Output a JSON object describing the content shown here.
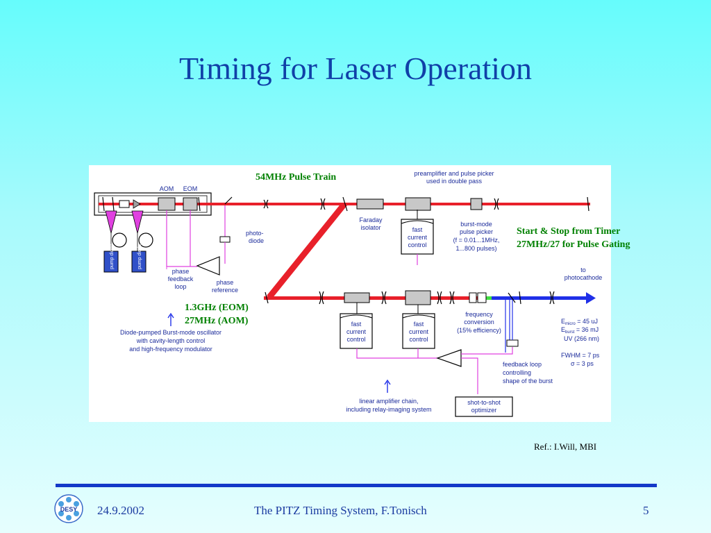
{
  "slide": {
    "title": "Timing for Laser Operation",
    "reference": "Ref.: I.Will, MBI",
    "footer": {
      "date": "24.9.2002",
      "center": "The PITZ Timing System, F.Tonisch",
      "page": "5"
    },
    "logo_text": "DESY"
  },
  "annotations": {
    "pulse_train": "54MHz Pulse Train",
    "timer_line1": "Start & Stop from Timer",
    "timer_line2": "27MHz/27 for Pulse Gating",
    "freq_line1": "1.3GHz (EOM)",
    "freq_line2": "27MHz (AOM)"
  },
  "diagram_labels": {
    "aom": "AOM",
    "eom": "EOM",
    "photo_diode_1": "photo-",
    "photo_diode_2": "diode",
    "pump_diode": "pump diode",
    "phase_feedback_1": "phase",
    "phase_feedback_2": "feedback",
    "phase_feedback_3": "loop",
    "phase_reference_1": "phase",
    "phase_reference_2": "reference",
    "oscillator_1": "Diode-pumped Burst-mode oscillator",
    "oscillator_2": "with cavity-length control",
    "oscillator_3": "and high-frequency modulator",
    "preamp_1": "preamplifier and pulse picker",
    "preamp_2": "used in double pass",
    "faraday_1": "Faraday",
    "faraday_2": "isolator",
    "fast_current_1": "fast",
    "fast_current_2": "current",
    "fast_current_3": "control",
    "burst_1": "burst-mode",
    "burst_2": "pulse picker",
    "burst_3": "(f = 0.01...1MHz,",
    "burst_4": "1...800 pulses)",
    "to_photocathode_1": "to",
    "to_photocathode_2": "photocathode",
    "freq_conv_1": "frequency",
    "freq_conv_2": "conversion",
    "freq_conv_3": "(15% efficiency)",
    "emicro": "E",
    "emicro_sub": "micro",
    "emicro_val": " = 45 uJ",
    "eburst": "E",
    "eburst_sub": "burst",
    "eburst_val": " = 36 mJ",
    "uv": "UV (266 nm)",
    "fwhm": "FWHM = 7 ps",
    "sigma": "σ = 3 ps",
    "feedback_1": "feedback loop",
    "feedback_2": "controlling",
    "feedback_3": "shape of the burst",
    "linear_1": "linear amplifier chain,",
    "linear_2": "including relay-imaging system",
    "shot_1": "shot-to-shot",
    "shot_2": "optimizer"
  },
  "colors": {
    "title": "#1040a8",
    "beam_red": "#e8202a",
    "beam_blue": "#2030e8",
    "signal_magenta": "#e040e0",
    "annotation_green": "#008000",
    "footer_blue": "#1438c8"
  }
}
